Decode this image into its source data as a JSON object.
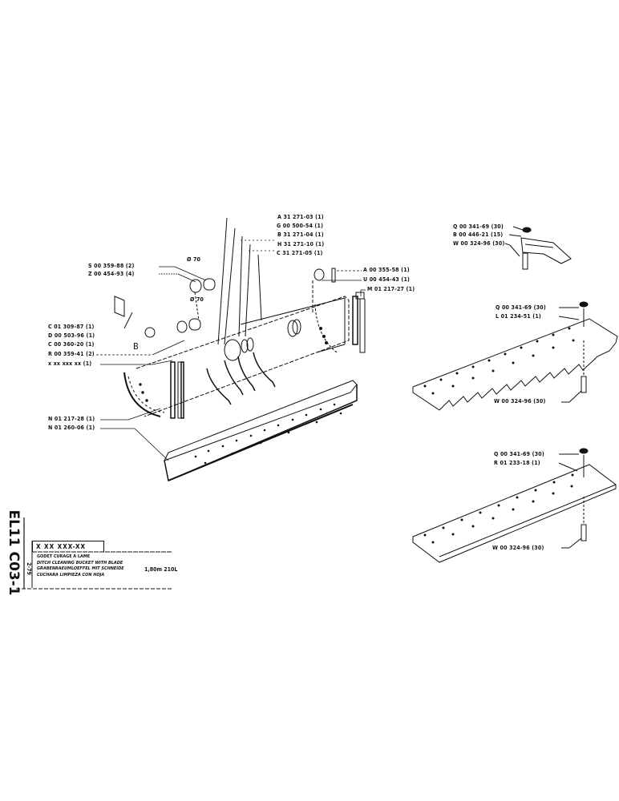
{
  "document": {
    "drawing_number": "EL11 C03-1",
    "date_code": "2-79",
    "part_code": "X XX XXX-XX",
    "description": [
      "GODET CURAGE A LAME",
      "DITCH CLEANING BUCKET WITH BLADE",
      "GRABENRAEUMLOEFFEL MIT SCHNEIDE",
      "CUCHARA LIMPIEZA CON HOJA"
    ],
    "size_capacity": "1,80m  210L"
  },
  "main_assembly": {
    "dimension_labels": [
      "Ø 70",
      "Ø 70"
    ],
    "view_marker": "B",
    "callouts_top": [
      "A 31 271-03 (1)",
      "G 00 500-54 (1)",
      "B 31 271-04 (1)",
      "H 31 271-10 (1)",
      "C 31 271-05 (1)"
    ],
    "callouts_upper_left": [
      "S 00 359-88 (2)",
      "Z 00 454-93 (4)"
    ],
    "callouts_left": [
      "C 01 309-87 (1)",
      "D 00 503-96 (1)",
      "C 00 360-20 (1)",
      "R 00 359-41 (2)",
      "x xx xxx xx (1)"
    ],
    "callouts_lower_left": [
      "N 01 217-28 (1)",
      "N 01 260-06 (1)"
    ],
    "callouts_right": [
      "A 00 355-58 (1)",
      "U 00 454-43 (1)",
      "M 01 217-27 (1)"
    ]
  },
  "tooth_detail": {
    "callouts": [
      "Q 00 341-69 (30)",
      "B 00 446-21 (15)",
      "W 00 324-96 (30)"
    ]
  },
  "serrated_blade_detail": {
    "callouts": [
      "Q 00 341-69 (30)",
      "L 01 234-51 (1)",
      "W 00 324-96 (30)"
    ]
  },
  "flat_blade_detail": {
    "callouts": [
      "Q 00 341-69 (30)",
      "R 01 233-18 (1)",
      "W 00 324-96 (30)"
    ]
  }
}
